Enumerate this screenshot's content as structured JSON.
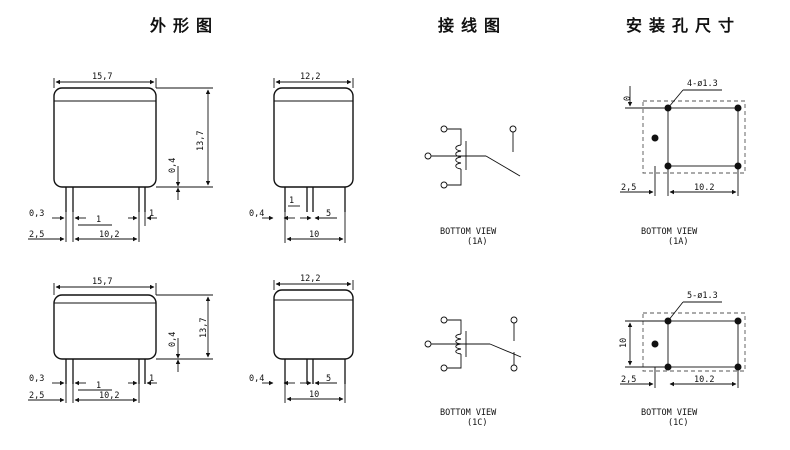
{
  "headings": {
    "outline": "外形图",
    "wiring": "接线图",
    "mounting": "安装孔尺寸"
  },
  "dims": {
    "w157": "15,7",
    "w122": "12,2",
    "h137": "13,7",
    "t04": "0,4",
    "p03": "0,3",
    "p25": "2,5",
    "p1": "1",
    "p102": "10,2",
    "p5": "5",
    "p10": "10",
    "m0": "0",
    "m25": "2,5",
    "m102": "10.2",
    "m10": "10"
  },
  "wiring": {
    "view_label": "BOTTOM  VIEW",
    "type_1a": "(1A)",
    "type_1c": "(1C)"
  },
  "mounting": {
    "holes_1a": "4-ø1.3",
    "holes_1c": "5-ø1.3",
    "view_label": "BOTTOM  VIEW",
    "type_1a": "(1A)",
    "type_1c": "(1C)"
  }
}
